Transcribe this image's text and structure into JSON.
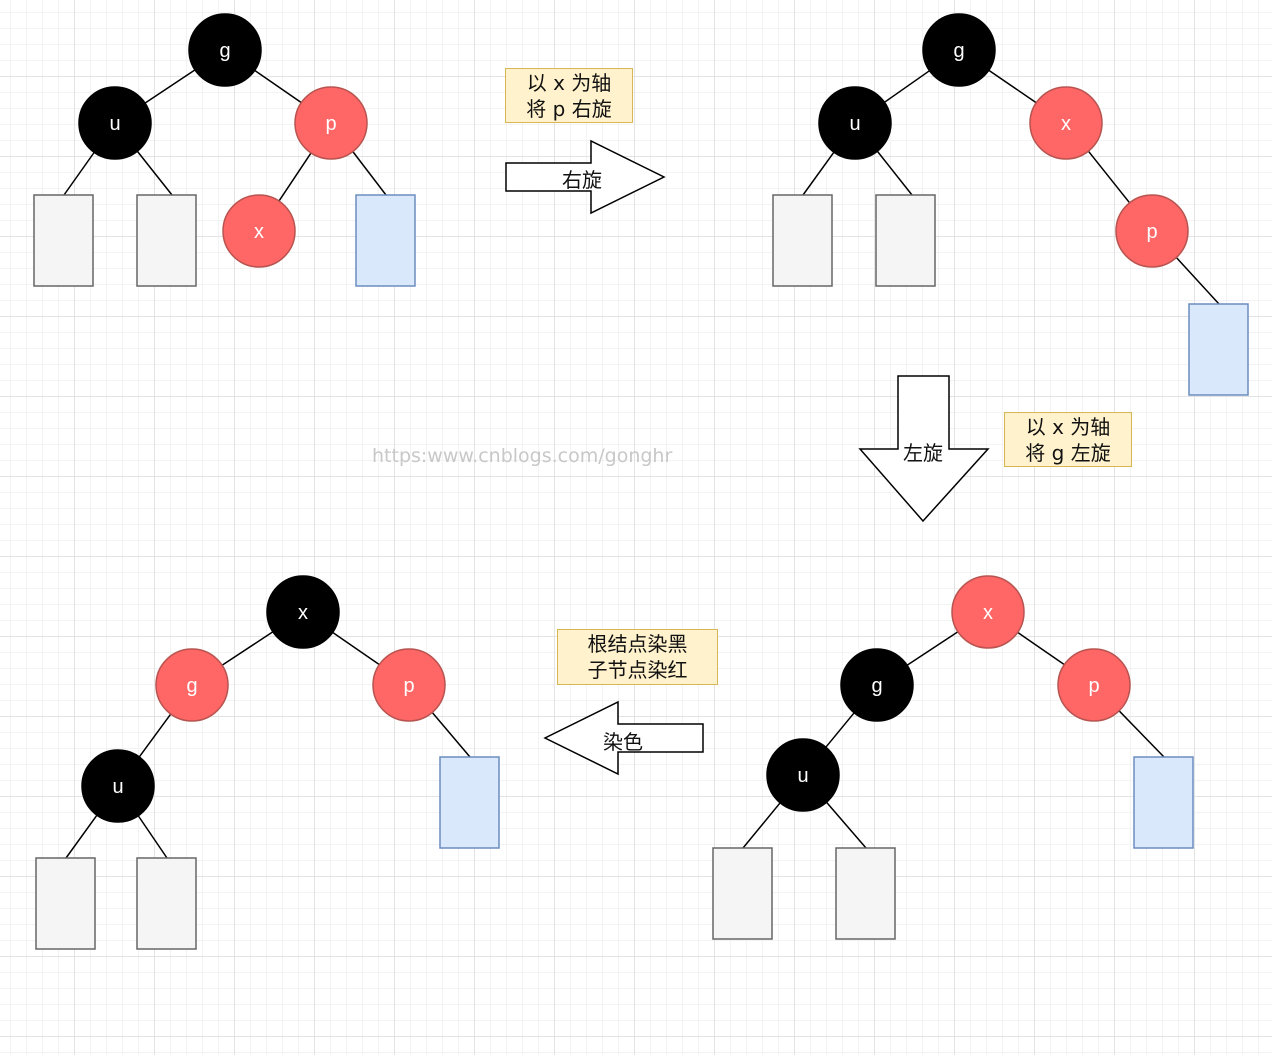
{
  "colors": {
    "black_node": "#000000",
    "red_node": "#ff6666",
    "red_node_stroke": "#b85450",
    "leaf_gray_fill": "#f5f5f5",
    "leaf_gray_stroke": "#666666",
    "leaf_blue_fill": "#dae8fc",
    "leaf_blue_stroke": "#6c8ebf",
    "note_fill": "#fff2cc",
    "note_stroke": "#d6b656"
  },
  "notes": {
    "n1": {
      "line1": "以 x 为轴",
      "line2": "将 p 右旋"
    },
    "n2": {
      "line1": "以 x 为轴",
      "line2": "将 g 左旋"
    },
    "n3": {
      "line1": "根结点染黑",
      "line2": "子节点染红"
    }
  },
  "arrows": {
    "right": "右旋",
    "down": "左旋",
    "left": "染色"
  },
  "watermark": "https:www.cnblogs.com/gonghr",
  "trees": [
    {
      "id": "tree1",
      "nodes": [
        {
          "id": "g",
          "label": "g",
          "color": "black"
        },
        {
          "id": "u",
          "label": "u",
          "color": "black"
        },
        {
          "id": "p",
          "label": "p",
          "color": "red"
        },
        {
          "id": "x",
          "label": "x",
          "color": "red"
        }
      ]
    },
    {
      "id": "tree2",
      "nodes": [
        {
          "id": "g",
          "label": "g",
          "color": "black"
        },
        {
          "id": "u",
          "label": "u",
          "color": "black"
        },
        {
          "id": "x",
          "label": "x",
          "color": "red"
        },
        {
          "id": "p",
          "label": "p",
          "color": "red"
        }
      ]
    },
    {
      "id": "tree3",
      "nodes": [
        {
          "id": "x",
          "label": "x",
          "color": "red"
        },
        {
          "id": "g",
          "label": "g",
          "color": "black"
        },
        {
          "id": "p",
          "label": "p",
          "color": "red"
        },
        {
          "id": "u",
          "label": "u",
          "color": "black"
        }
      ]
    },
    {
      "id": "tree4",
      "nodes": [
        {
          "id": "x",
          "label": "x",
          "color": "black"
        },
        {
          "id": "g",
          "label": "g",
          "color": "red"
        },
        {
          "id": "p",
          "label": "p",
          "color": "red"
        },
        {
          "id": "u",
          "label": "u",
          "color": "black"
        }
      ]
    }
  ]
}
